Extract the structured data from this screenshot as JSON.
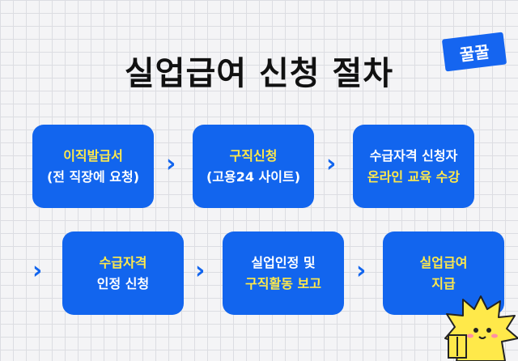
{
  "title": "실업급여 신청 절차",
  "tag": "꿀꿀",
  "steps": [
    {
      "line1": "이직발급서",
      "line2": "(전 직장에 요청)"
    },
    {
      "line1": "구직신청",
      "line2": "(고용24 사이트)"
    },
    {
      "line1": "수급자격 신청자",
      "line2": "온라인 교육 수강"
    },
    {
      "line1": "수급자격",
      "line2": "인정 신청"
    },
    {
      "line1": "실업인정 및",
      "line2": "구직활동 보고"
    },
    {
      "line1": "실업급여",
      "line2": "지급"
    }
  ],
  "arrow_glyph": "›",
  "colors": {
    "box": "#1265ee",
    "highlight": "#ffe94a",
    "text": "#ffffff"
  }
}
